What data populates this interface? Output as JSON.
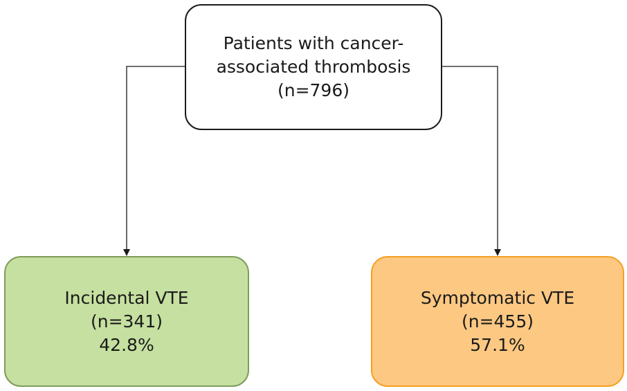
{
  "root": {
    "line1": "Patients with cancer-",
    "line2": "associated thrombosis",
    "count": "(n=796)"
  },
  "incidental": {
    "label": "Incidental VTE",
    "count": "(n=341)",
    "percent": "42.8%"
  },
  "symptomatic": {
    "label": "Symptomatic VTE",
    "count": "(n=455)",
    "percent": "57.1%"
  },
  "colors": {
    "incidental_fill": "#c5e0a0",
    "incidental_border": "#7f9b5a",
    "symptomatic_fill": "#fdc882",
    "symptomatic_border": "#f3a024",
    "connector": "#1a1a1a"
  }
}
